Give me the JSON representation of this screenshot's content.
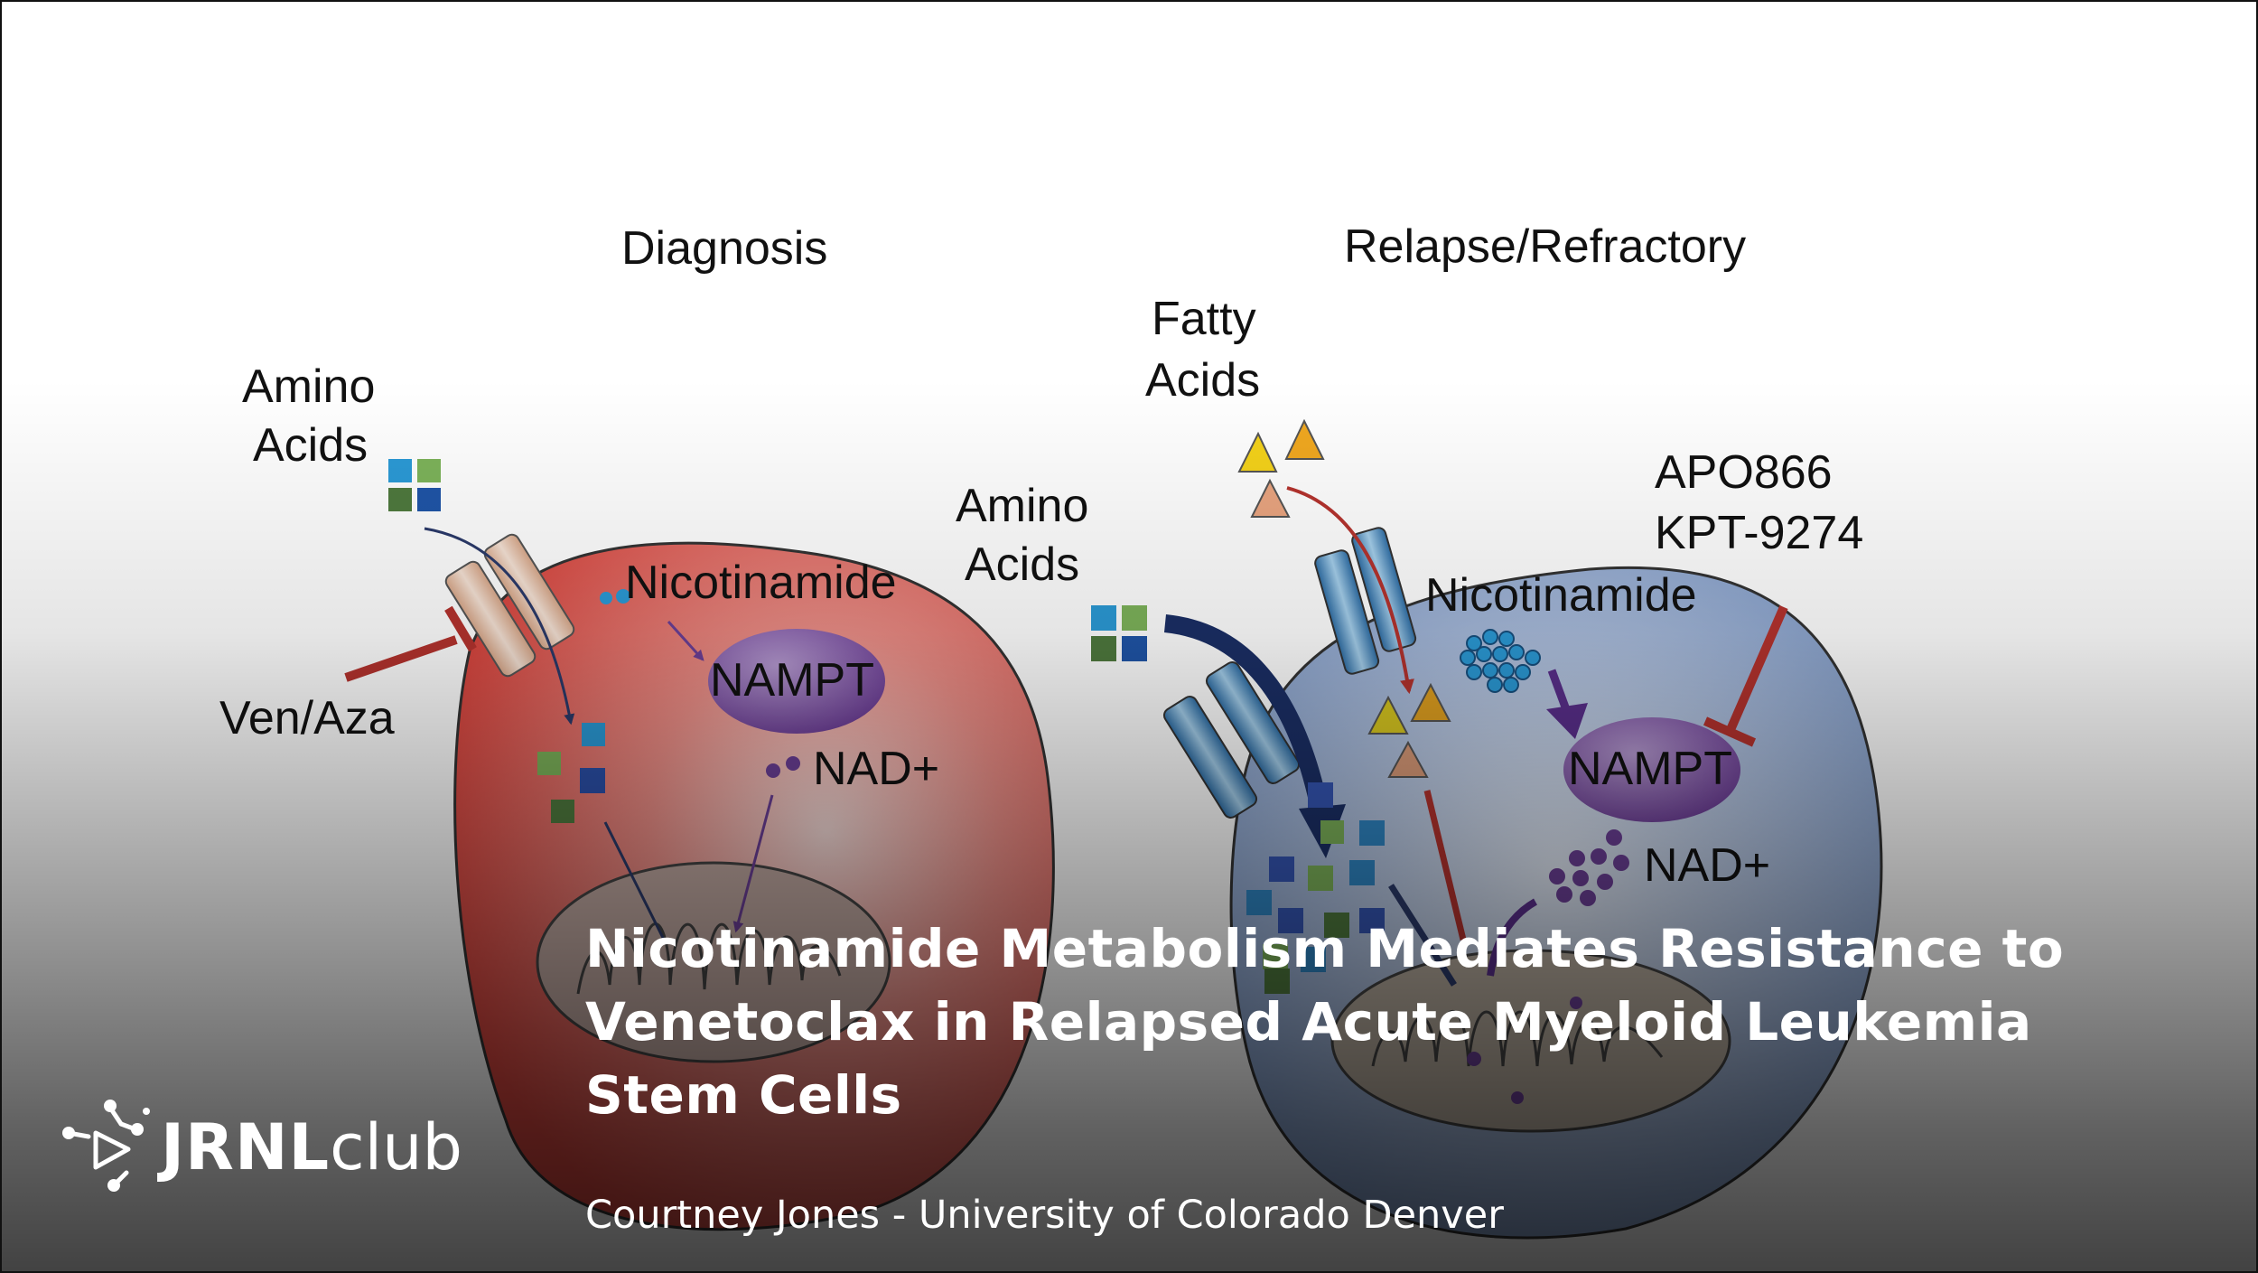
{
  "diagram": {
    "headings": {
      "diagnosis": "Diagnosis",
      "relapse": "Relapse/Refractory"
    },
    "left_cell": {
      "amino_acids_line1": "Amino",
      "amino_acids_line2": "Acids",
      "nicotinamide": "Nicotinamide",
      "nampt": "NAMPT",
      "nad": "NAD+",
      "inhibitor": "Ven/Aza"
    },
    "right_cell": {
      "fatty_acids_line1": "Fatty",
      "fatty_acids_line2": "Acids",
      "amino_acids_line1": "Amino",
      "amino_acids_line2": "Acids",
      "nicotinamide": "Nicotinamide",
      "nampt": "NAMPT",
      "nad": "NAD+",
      "inhibitor_line1": "APO866",
      "inhibitor_line2": "KPT-9274"
    },
    "colors": {
      "diagnosis_cell": "#e2615a",
      "relapse_cell": "#7d9cc9",
      "nampt": "#7b4aa3",
      "inhibition": "#b5332e",
      "transporter_left": "#e9c5ad",
      "transporter_right": "#3b84bd"
    }
  },
  "title_lines": [
    "Nicotinamide Metabolism Mediates Resistance to",
    "Venetoclax in Relapsed Acute Myeloid Leukemia",
    "Stem Cells"
  ],
  "subtitle": "Courtney Jones - University of Colorado Denver",
  "brand": {
    "bold": "JRNL",
    "light": "club"
  }
}
